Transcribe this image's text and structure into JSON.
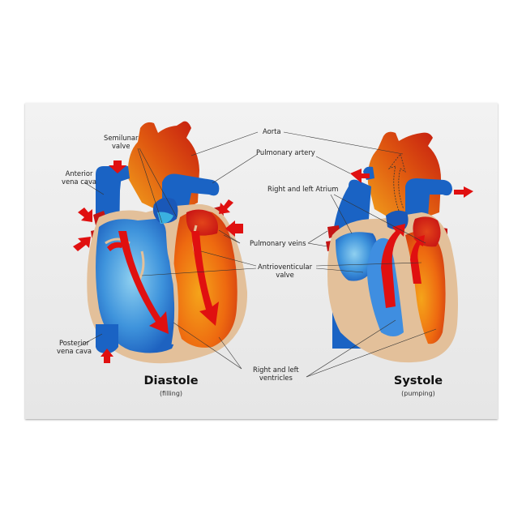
{
  "poster": {
    "labels": {
      "semilunar_valve": [
        "Semilunar",
        "valve"
      ],
      "anterior_vena_cava": [
        "Anterior",
        "vena cava"
      ],
      "posterior_vena_cava": [
        "Posterior",
        "vena cava"
      ],
      "aorta": "Aorta",
      "pulmonary_artery": "Pulmonary artery",
      "atrium": "Right and left Atrium",
      "pulmonary_veins": "Pulmonary veins",
      "av_valve": [
        "Antrioventicular",
        "valve"
      ],
      "ventricles": [
        "Right and left",
        "ventricles"
      ]
    },
    "diastole": {
      "title": "Diastole",
      "subtitle": "(filling)"
    },
    "systole": {
      "title": "Systole",
      "subtitle": "(pumping)"
    },
    "colors": {
      "blood_deoxygenated": "#1a63c4",
      "blood_oxygenated": "#d42a1a",
      "muscle_tissue": "#e3c09a",
      "arrow": "#e01010",
      "background": "#ececec"
    }
  }
}
